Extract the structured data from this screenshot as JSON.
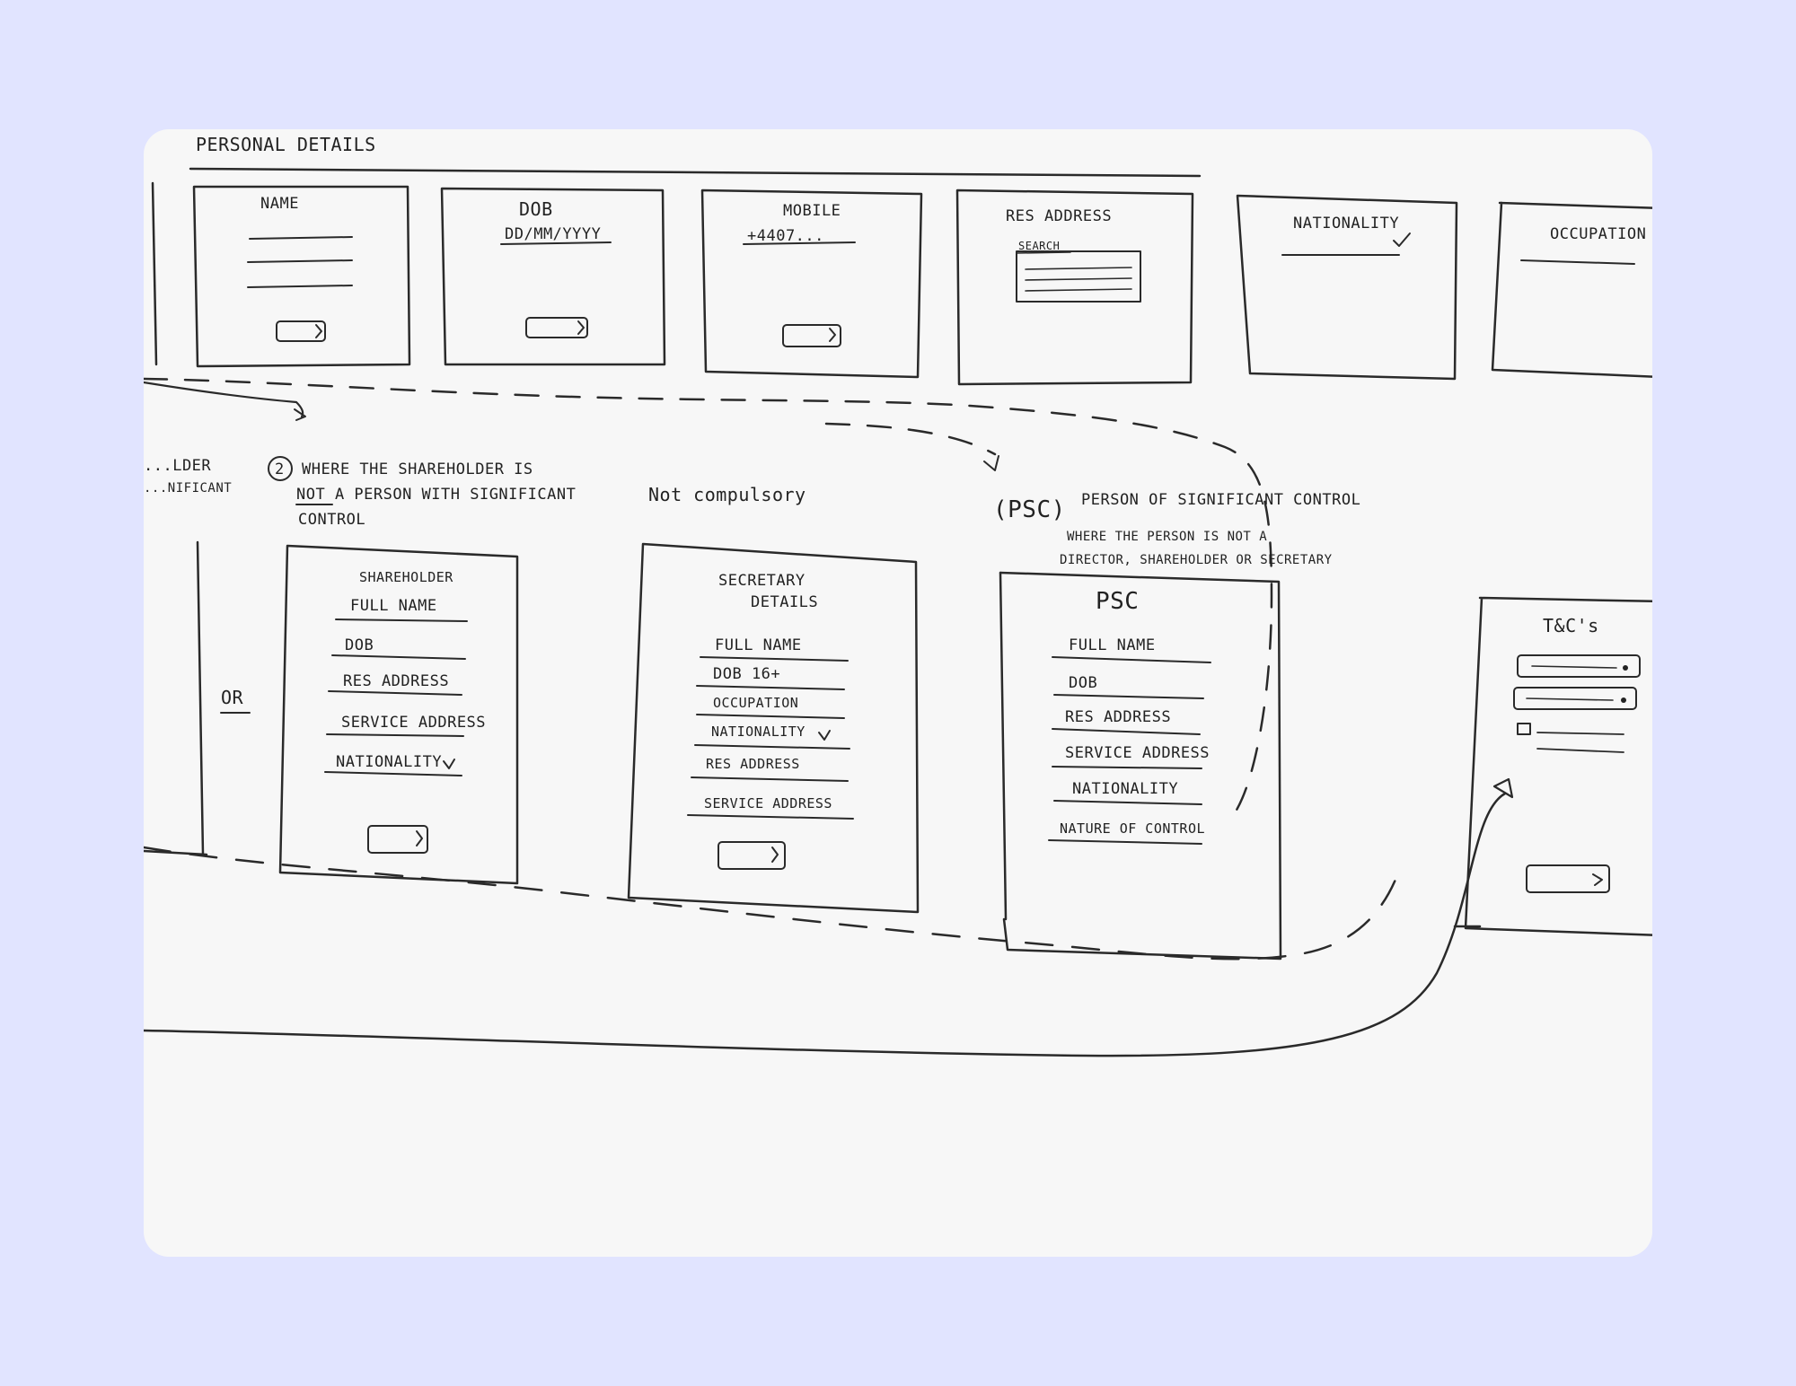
{
  "sketch": {
    "section_title": "PERSONAL DETAILS",
    "top_frames": [
      {
        "label": "NAME"
      },
      {
        "label": "DOB",
        "sublabel": "DD/MM/YYYY"
      },
      {
        "label": "MOBILE",
        "sublabel": "+4407..."
      },
      {
        "label": "RES ADDRESS",
        "sublabel": "SEARCH"
      },
      {
        "label": "NATIONALITY"
      },
      {
        "label": "OCCUPATION"
      }
    ],
    "left_partial": {
      "line1": "...LDER",
      "line2": "...NIFICANT"
    },
    "note_two": {
      "number": "2",
      "line1": "WHERE THE SHAREHOLDER IS",
      "line2": "NOT A PERSON WITH SIGNIFICANT",
      "line3": "CONTROL"
    },
    "or_label": "OR",
    "not_compulsory": "Not compulsory",
    "shareholder_frame": {
      "title": "SHAREHOLDER",
      "fields": [
        "FULL NAME",
        "DOB",
        "RES ADDRESS",
        "SERVICE ADDRESS",
        "NATIONALITY"
      ]
    },
    "secretary_frame": {
      "title_line1": "SECRETARY",
      "title_line2": "DETAILS",
      "fields": [
        "FULL NAME",
        "DOB  16+",
        "OCCUPATION",
        "NATIONALITY",
        "RES ADDRESS",
        "SERVICE ADDRESS"
      ]
    },
    "psc_note": {
      "abbr": "(PSC)",
      "title": "PERSON OF SIGNIFICANT CONTROL",
      "line1": "WHERE THE PERSON IS NOT A",
      "line2": "DIRECTOR, SHAREHOLDER OR SECRETARY"
    },
    "psc_frame": {
      "title": "PSC",
      "fields": [
        "FULL NAME",
        "DOB",
        "RES ADDRESS",
        "SERVICE ADDRESS",
        "NATIONALITY",
        "NATURE OF CONTROL"
      ]
    },
    "tcs_frame": {
      "title": "T&C's"
    }
  }
}
